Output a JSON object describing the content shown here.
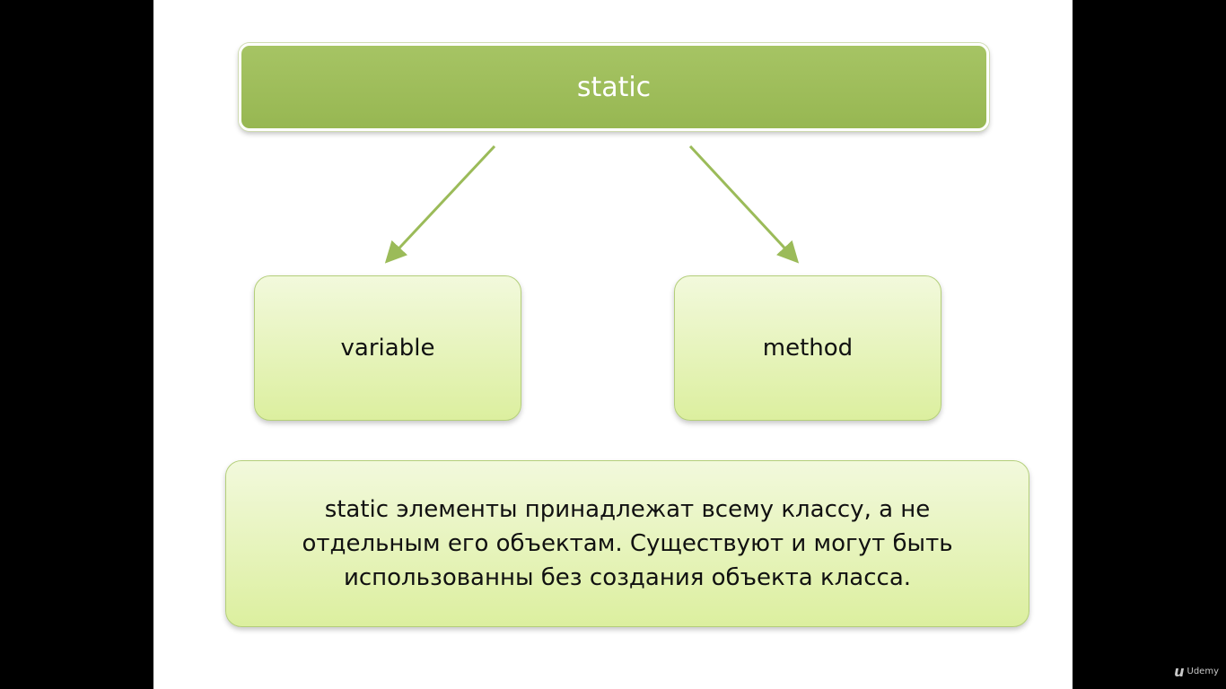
{
  "diagram": {
    "title": "static",
    "left_node": "variable",
    "right_node": "method",
    "description_lines": [
      "static элементы принадлежат всему классу, а не",
      "отдельным его объектам. Существуют и могут быть",
      "использованны без создания объекта класса."
    ]
  },
  "watermark": {
    "text": "Udemy"
  },
  "colors": {
    "title_fill": "#9bbb59",
    "node_fill": "#e6f4b8",
    "arrow": "#9bbb59"
  }
}
